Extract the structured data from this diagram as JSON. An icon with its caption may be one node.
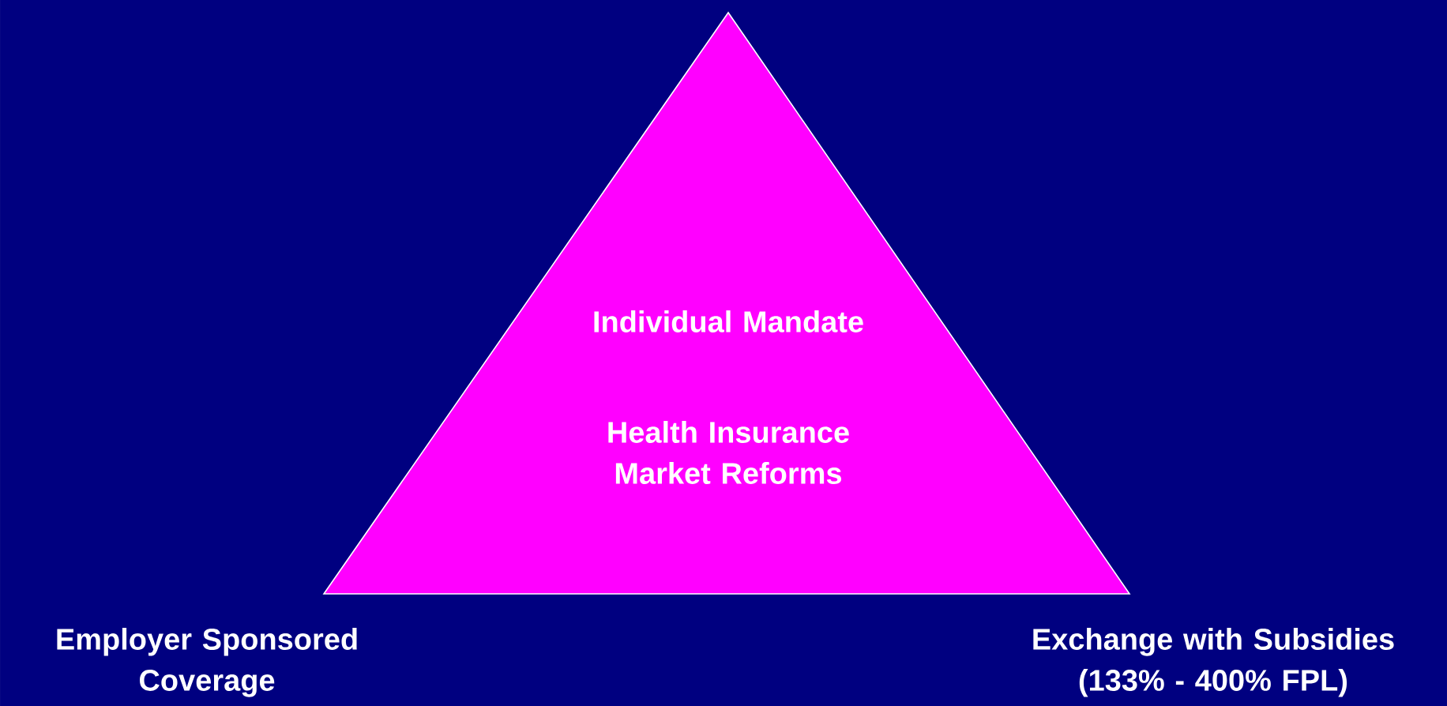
{
  "diagram": {
    "nodes": [
      {
        "text": [
          "Individual Mandate",
          "Health Insurance Market Reforms"
        ]
      }
    ],
    "labels": [
      "Employer Sponsored Coverage",
      "Exchange with Subsidies (133% - 400% FPL)"
    ]
  }
}
